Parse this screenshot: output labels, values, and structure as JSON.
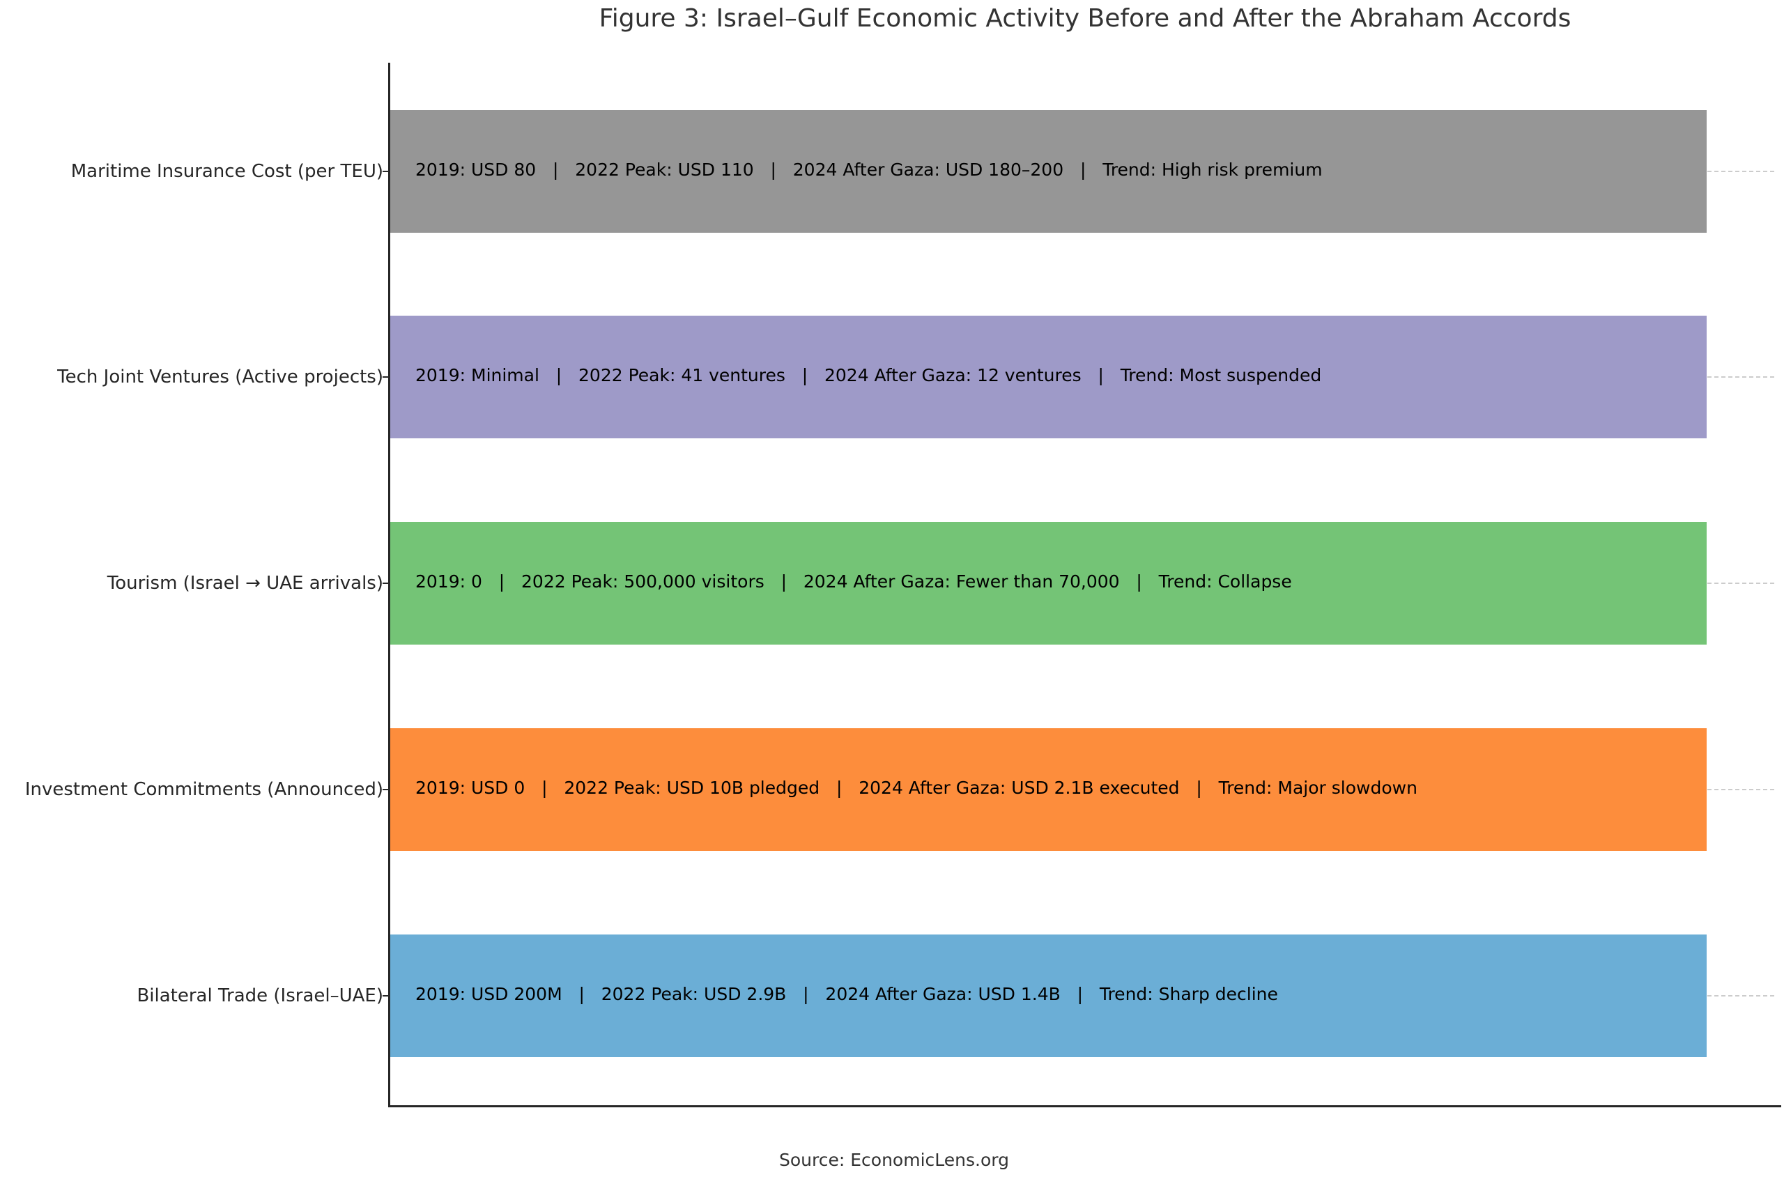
{
  "title": "Figure 3: Israel–Gulf Economic Activity Before and After the Abraham Accords",
  "source": "Source: EconomicLens.org",
  "bars": [
    {
      "category": "Maritime Insurance Cost (per TEU)",
      "color": "#969696",
      "label": "2019: USD 80   |   2022 Peak: USD 110   |   2024 After Gaza: USD 180–200   |   Trend: High risk premium"
    },
    {
      "category": "Tech Joint Ventures (Active projects)",
      "color": "#9e9ac8",
      "label": "2019: Minimal   |   2022 Peak: 41 ventures   |   2024 After Gaza: 12 ventures   |   Trend: Most suspended"
    },
    {
      "category": "Tourism (Israel → UAE arrivals)",
      "color": "#74c476",
      "label": "2019: 0   |   2022 Peak: 500,000 visitors   |   2024 After Gaza: Fewer than 70,000   |   Trend: Collapse"
    },
    {
      "category": "Investment Commitments (Announced)",
      "color": "#fd8d3c",
      "label": "2019: USD 0   |   2022 Peak: USD 10B pledged   |   2024 After Gaza: USD 2.1B executed   |   Trend: Major slowdown"
    },
    {
      "category": "Bilateral Trade (Israel–UAE)",
      "color": "#6baed6",
      "label": "2019: USD 200M   |   2022 Peak: USD 2.9B   |   2024 After Gaza: USD 1.4B   |   Trend: Sharp decline"
    }
  ],
  "chart_data": {
    "type": "bar",
    "orientation": "horizontal",
    "title": "Figure 3: Israel–Gulf Economic Activity Before and After the Abraham Accords",
    "xlabel": "",
    "ylabel": "",
    "categories": [
      "Bilateral Trade (Israel–UAE)",
      "Investment Commitments (Announced)",
      "Tourism (Israel → UAE arrivals)",
      "Tech Joint Ventures (Active projects)",
      "Maritime Insurance Cost (per TEU)"
    ],
    "values": [
      1,
      1,
      1,
      1,
      1
    ],
    "bar_colors": [
      "#6baed6",
      "#fd8d3c",
      "#74c476",
      "#9e9ac8",
      "#969696"
    ],
    "annotations": [
      {
        "category": "Bilateral Trade (Israel–UAE)",
        "2019": "USD 200M",
        "2022 Peak": "USD 2.9B",
        "2024 After Gaza": "USD 1.4B",
        "Trend": "Sharp decline"
      },
      {
        "category": "Investment Commitments (Announced)",
        "2019": "USD 0",
        "2022 Peak": "USD 10B pledged",
        "2024 After Gaza": "USD 2.1B executed",
        "Trend": "Major slowdown"
      },
      {
        "category": "Tourism (Israel → UAE arrivals)",
        "2019": "0",
        "2022 Peak": "500,000 visitors",
        "2024 After Gaza": "Fewer than 70,000",
        "Trend": "Collapse"
      },
      {
        "category": "Tech Joint Ventures (Active projects)",
        "2019": "Minimal",
        "2022 Peak": "41 ventures",
        "2024 After Gaza": "12 ventures",
        "Trend": "Most suspended"
      },
      {
        "category": "Maritime Insurance Cost (per TEU)",
        "2019": "USD 80",
        "2022 Peak": "USD 110",
        "2024 After Gaza": "USD 180–200",
        "Trend": "High risk premium"
      }
    ],
    "x_ticks_visible": false,
    "grid": "horizontal dashed at category centers",
    "legend": null,
    "footer": "Source: EconomicLens.org"
  }
}
